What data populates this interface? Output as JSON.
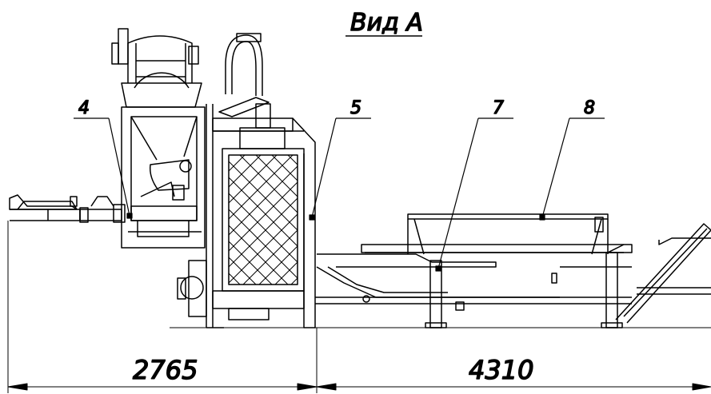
{
  "view": {
    "title": "Вид А"
  },
  "callouts": [
    {
      "id": "4",
      "label": "4"
    },
    {
      "id": "5",
      "label": "5"
    },
    {
      "id": "7",
      "label": "7"
    },
    {
      "id": "8",
      "label": "8"
    }
  ],
  "dimensions": [
    {
      "label": "2765"
    },
    {
      "label": "4310"
    }
  ],
  "colors": {
    "line": "#000000",
    "background": "#ffffff"
  }
}
